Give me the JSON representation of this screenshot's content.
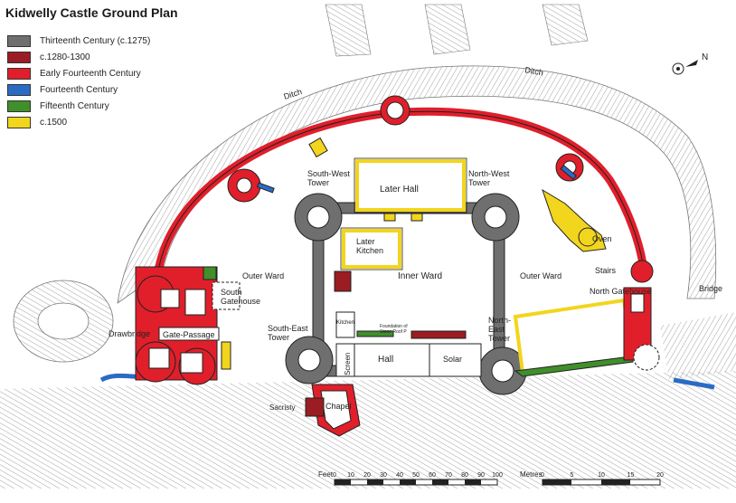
{
  "title": "Kidwelly Castle Ground Plan",
  "legend": [
    {
      "label": "Thirteenth Century (c.1275)",
      "color": "#6f6f6f"
    },
    {
      "label": "c.1280-1300",
      "color": "#9b1c22"
    },
    {
      "label": "Early Fourteenth Century",
      "color": "#e01f2b"
    },
    {
      "label": "Fourteenth Century",
      "color": "#2a6cc4"
    },
    {
      "label": "Fifteenth Century",
      "color": "#3f8f2a"
    },
    {
      "label": "c.1500",
      "color": "#f2d51d"
    }
  ],
  "labels": {
    "ditch": "Ditch",
    "south_west_tower": "South-West\nTower",
    "north_west_tower": "North-West\nTower",
    "later_hall": "Later Hall",
    "later_kitchen": "Later\nKitchen",
    "oven": "Oven",
    "stairs": "Stairs",
    "outer_ward": "Outer Ward",
    "inner_ward": "Inner Ward",
    "south_gatehouse": "South\nGatehouse",
    "north_gatehouse": "North Gatehouse",
    "bridge": "Bridge",
    "drawbridge": "Drawbridge",
    "gate_passage": "Gate-Passage",
    "south_east_tower": "South-East\nTower",
    "north_east_tower": "North-\nEast\nTower",
    "kitchen": "Kitchen",
    "foundation": "Foundation of\nStone Roof P",
    "hall": "Hall",
    "solar": "Solar",
    "screen": "Screen",
    "chapel": "Chapel",
    "sacristy": "Sacristy"
  },
  "scale_feet": {
    "unit": "Feet",
    "ticks": [
      "0",
      "10",
      "20",
      "30",
      "40",
      "50",
      "60",
      "70",
      "80",
      "90",
      "100"
    ]
  },
  "scale_metres": {
    "unit": "Metres",
    "ticks": [
      "0",
      "5",
      "10",
      "15",
      "20"
    ]
  },
  "north": "N"
}
